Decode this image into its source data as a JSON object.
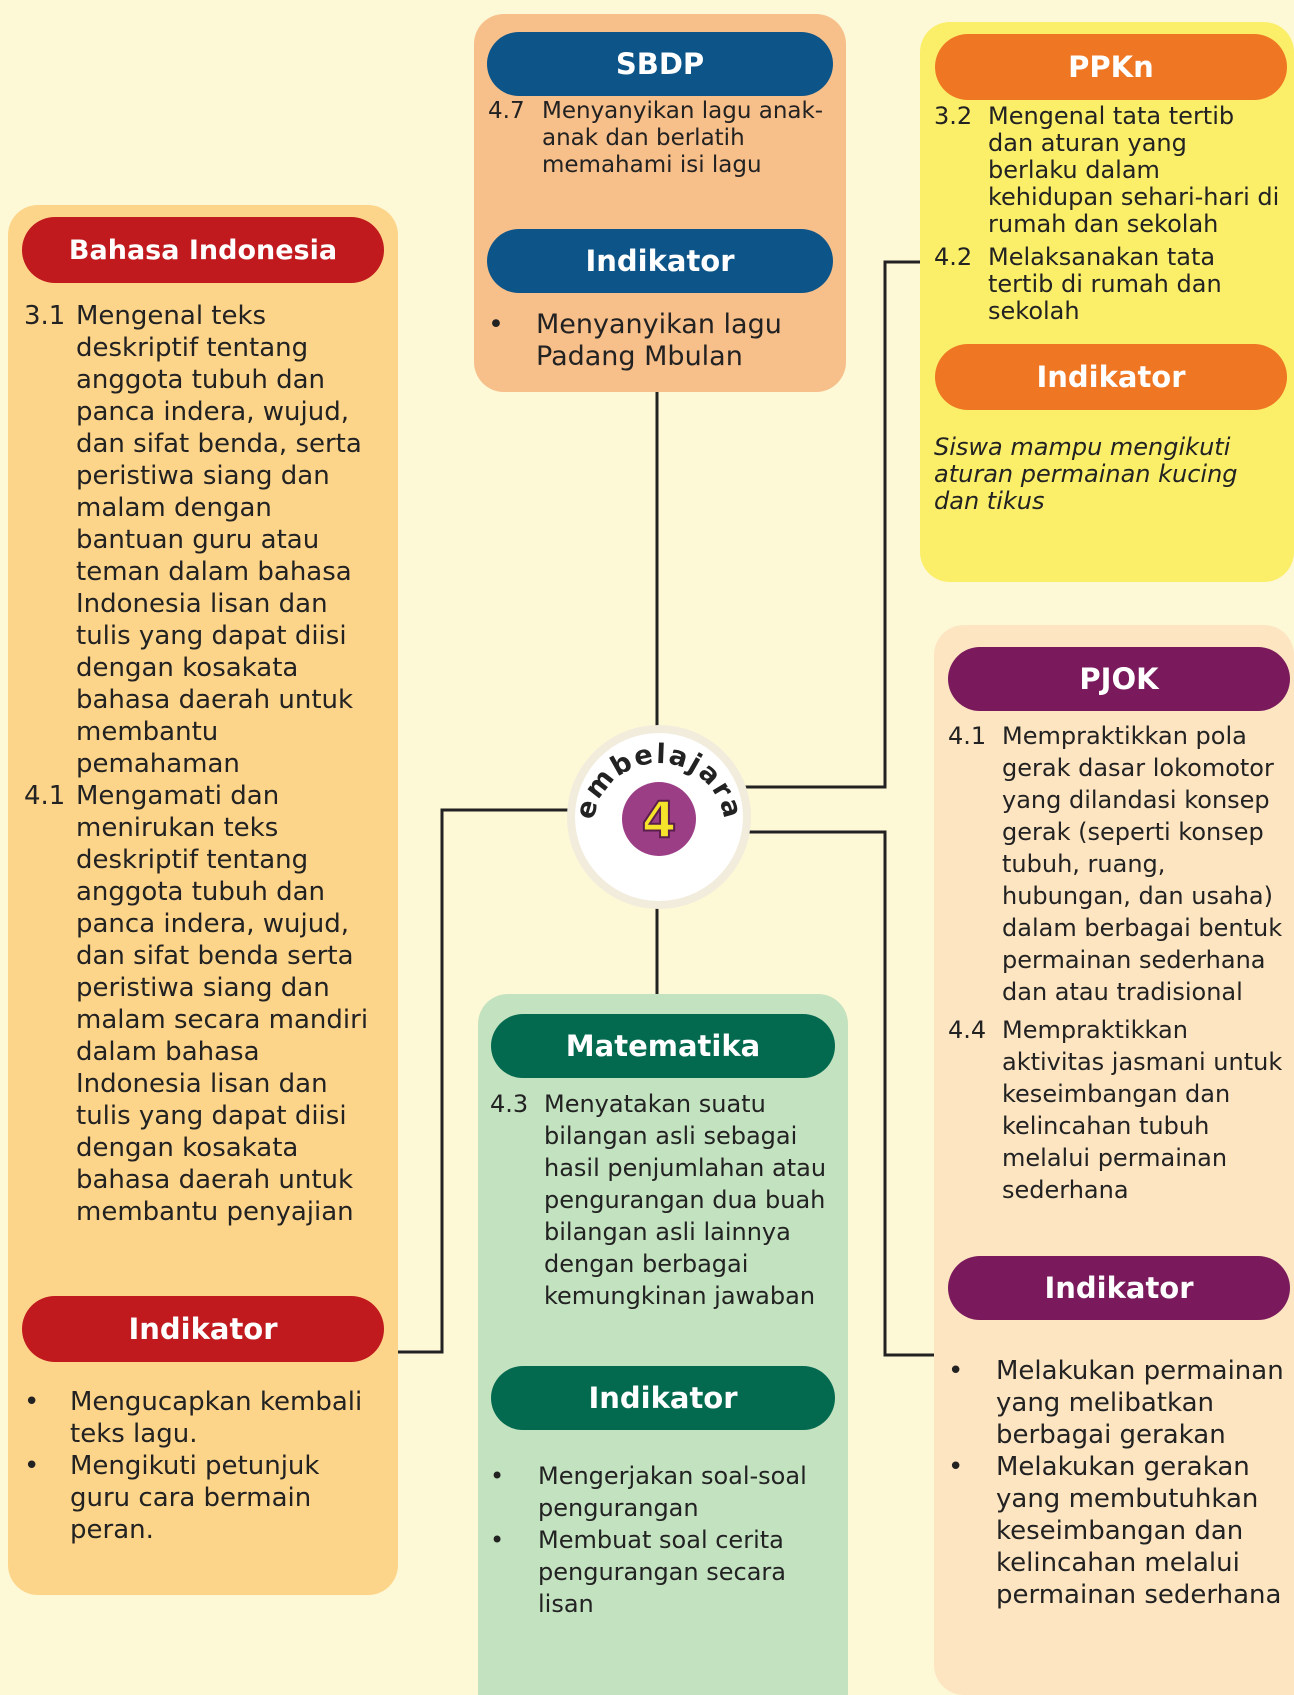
{
  "center": {
    "label": "Pembelajaran",
    "number": "4"
  },
  "sbdp": {
    "title": "SBDP",
    "competencies": [
      {
        "code": "4.7",
        "text": "Menyanyikan lagu anak-anak dan berlatih memahami isi lagu"
      }
    ],
    "indicator_title": "Indikator",
    "indicators": [
      "Menyanyikan lagu Padang Mbulan"
    ]
  },
  "ppkn": {
    "title": "PPKn",
    "competencies": [
      {
        "code": "3.2",
        "text": "Mengenal tata tertib dan aturan yang berlaku dalam kehidupan sehari-hari di rumah dan sekolah"
      },
      {
        "code": "4.2",
        "text": "Melaksanakan tata tertib di rumah dan sekolah"
      }
    ],
    "indicator_title": "Indikator",
    "indicator_text": "Siswa mampu mengikuti aturan permainan kucing dan tikus"
  },
  "bahasa": {
    "title": "Bahasa Indonesia",
    "competencies": [
      {
        "code": "3.1",
        "text": "Mengenal teks deskriptif tentang anggota tubuh dan panca indera, wujud, dan sifat benda, serta peristiwa siang dan malam dengan bantuan guru atau teman dalam bahasa Indonesia lisan dan tulis yang dapat diisi dengan kosakata bahasa daerah untuk membantu pemahaman"
      },
      {
        "code": "4.1",
        "text": "Mengamati dan menirukan teks deskriptif tentang anggota tubuh dan panca indera, wujud, dan sifat benda serta peristiwa siang dan malam secara mandiri dalam bahasa Indonesia lisan dan tulis yang dapat diisi dengan kosakata bahasa daerah untuk membantu penyajian"
      }
    ],
    "indicator_title": "Indikator",
    "indicators": [
      "Mengucapkan kembali teks lagu.",
      "Mengikuti petunjuk guru cara bermain peran."
    ]
  },
  "pjok": {
    "title": "PJOK",
    "competencies": [
      {
        "code": "4.1",
        "text": "Mempraktikkan pola gerak dasar lokomotor yang dilandasi konsep gerak (seperti konsep tubuh, ruang, hubungan, dan usaha) dalam berbagai bentuk permainan sederhana dan atau tradisional"
      },
      {
        "code": "4.4",
        "text": "Mempraktikkan aktivitas jasmani untuk keseimbangan dan kelincahan tubuh melalui permainan sederhana"
      }
    ],
    "indicator_title": "Indikator",
    "indicators": [
      "Melakukan permainan yang melibatkan berbagai gerakan",
      "Melakukan gerakan yang membutuhkan keseimbangan dan kelincahan melalui permainan sederhana"
    ]
  },
  "matematika": {
    "title": "Matematika",
    "competencies": [
      {
        "code": "4.3",
        "text": "Menyatakan suatu bilangan asli sebagai hasil penjumlahan atau pengurangan dua buah bilangan asli lainnya dengan berbagai kemungkinan jawaban"
      }
    ],
    "indicator_title": "Indikator",
    "indicators": [
      "Mengerjakan soal-soal pengurangan",
      "Membuat soal cerita pengurangan secara lisan"
    ]
  },
  "colors": {
    "background": "#fdf8d6",
    "sbdp_panel": "#f7bf8a",
    "sbdp_pill": "#0d5488",
    "ppkn_panel": "#fbef6a",
    "ppkn_pill": "#ef7623",
    "bahasa_panel": "#fdd58a",
    "bahasa_pill": "#c0191e",
    "pjok_panel": "#fde5c2",
    "pjok_pill": "#7a1a5c",
    "matematika_panel": "#c3e2c0",
    "matematika_pill": "#046a4f",
    "center_disc": "#9b3e86",
    "center_number": "#f5e22a"
  }
}
